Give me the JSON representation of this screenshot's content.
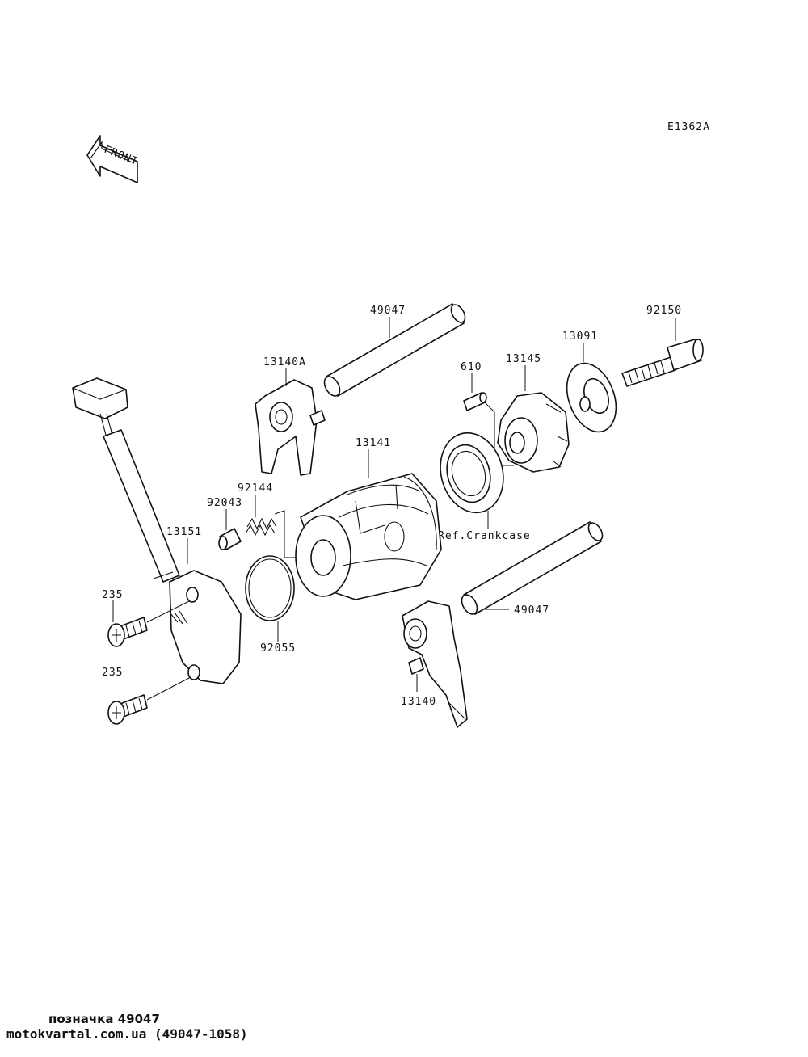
{
  "diagram_code": "E1362A",
  "front_arrow_text": "FRONT",
  "parts": {
    "p49047_top": "49047",
    "p92150": "92150",
    "p13091": "13091",
    "p13145": "13145",
    "p610": "610",
    "p13140A": "13140A",
    "p13141": "13141",
    "p92144": "92144",
    "p92043": "92043",
    "p13151": "13151",
    "p235_top": "235",
    "p235_bottom": "235",
    "p92055": "92055",
    "ref_crankcase": "Ref.Crankcase",
    "p49047_bottom": "49047",
    "p13140": "13140"
  },
  "footer": {
    "line1": "позначка 49047",
    "line2": "motokvartal.com.ua (49047-1058)"
  }
}
